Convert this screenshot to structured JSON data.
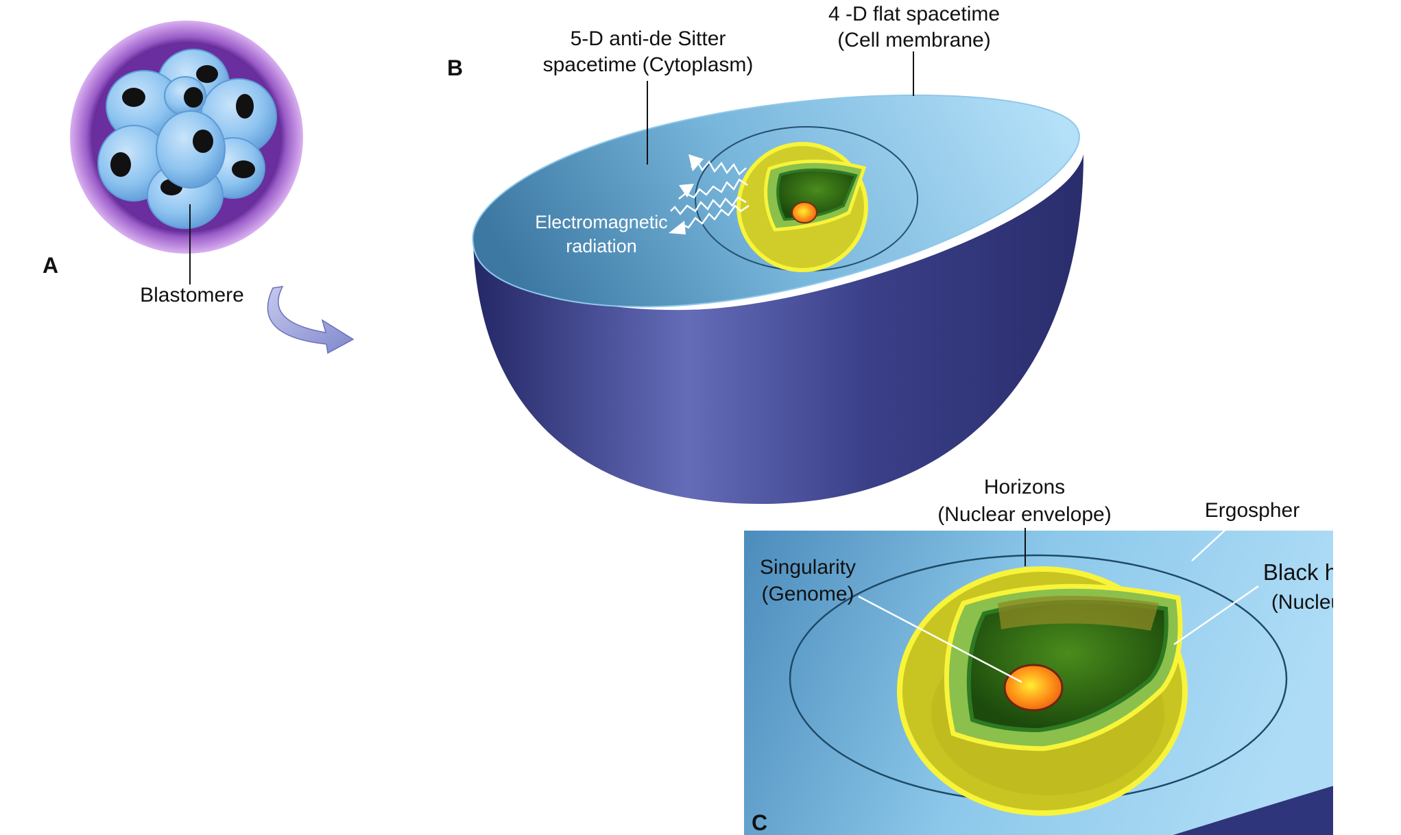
{
  "panels": {
    "a": "A",
    "b": "B",
    "c": "C"
  },
  "panel_a": {
    "blastomere": "Blastomere"
  },
  "panel_b": {
    "ads_line1": "5-D anti-de Sitter",
    "ads_line2": "spacetime (Cytoplasm)",
    "flat_line1": "4 -D flat spacetime",
    "flat_line2": "(Cell membrane)",
    "em_line1": "Electromagnetic",
    "em_line2": "radiation"
  },
  "panel_c": {
    "horizons_line1": "Horizons",
    "horizons_line2": "(Nuclear envelope)",
    "ergo": "Ergospher",
    "singularity_line1": "Singularity",
    "singularity_line2": "(Genome)",
    "blackhole_line1": "Black hole",
    "blackhole_line2": "(Nucleus)"
  },
  "colors": {
    "zona": "#d6a8ee",
    "zona_inner": "#7b3aa8",
    "cell": "#8ec4f0",
    "cell_dark": "#5d9ad6",
    "hemisphere_dark": "#2b2f73",
    "hemisphere_mid": "#6068b4",
    "surface_light": "#a8d8f4",
    "surface_dark": "#3f7fa8",
    "yellow": "#f5f02a",
    "olive": "#b9b52a",
    "green": "#3d8a2a",
    "green_light": "#8cc24e",
    "orange": "#ff8c1a",
    "arrow": "#9aa0d8"
  }
}
